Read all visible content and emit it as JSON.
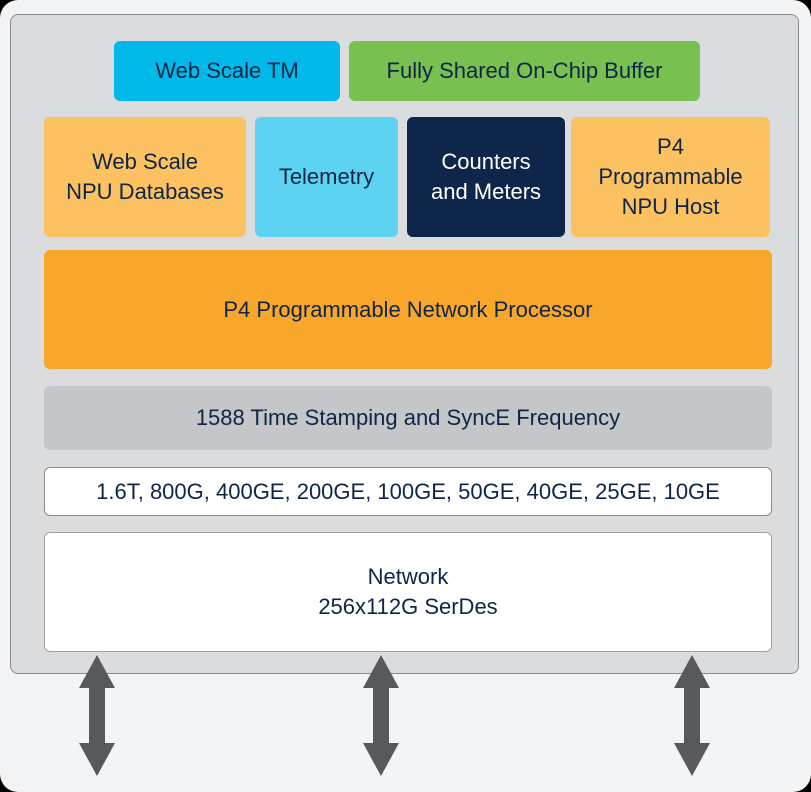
{
  "diagram": {
    "colors": {
      "tm": "#00b9e8",
      "buffer": "#78c150",
      "orange_light": "#fcc160",
      "telemetry": "#5dd3f2",
      "navy": "#0e2649",
      "npu": "#f9a72b",
      "gray_block": "#c5c6c8",
      "white": "#ffffff",
      "text": "#0f2547",
      "arrow": "#58595b"
    },
    "top_row": {
      "tm": "Web Scale TM",
      "buffer": "Fully Shared On-Chip Buffer"
    },
    "mid_row": {
      "databases": [
        "Web Scale",
        "NPU Databases"
      ],
      "telemetry": "Telemetry",
      "counters": [
        "Counters",
        "and Meters"
      ],
      "host": [
        "P4",
        "Programmable",
        "NPU Host"
      ]
    },
    "npu": "P4 Programmable Network Processor",
    "timestamping": "1588 Time Stamping and SyncE Frequency",
    "speeds": "1.6T, 800G, 400GE, 200GE, 100GE, 50GE, 40GE, 25GE, 10GE",
    "network": [
      "Network",
      "256x112G SerDes"
    ],
    "arrows": [
      "bidirectional-arrow",
      "bidirectional-arrow",
      "bidirectional-arrow"
    ]
  }
}
